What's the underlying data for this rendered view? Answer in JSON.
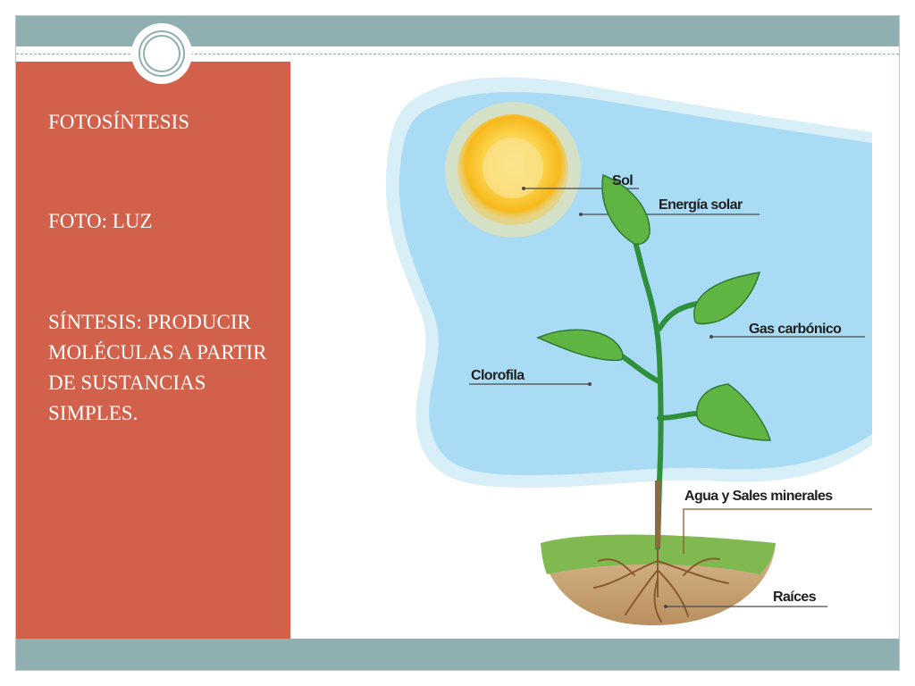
{
  "slide": {
    "title": "FOTOSÍNTESIS",
    "line2": "FOTO:  LUZ",
    "line3": "SÍNTESIS: PRODUCIR MOLÉCULAS A PARTIR DE SUSTANCIAS SIMPLES."
  },
  "diagram": {
    "labels": {
      "sol": "Sol",
      "energia": "Energía solar",
      "gas": "Gas carbónico",
      "clorofila": "Clorofila",
      "agua": "Agua y Sales minerales",
      "raices": "Raíces"
    },
    "colors": {
      "sky": "#a9dcf4",
      "sky_edge": "#d9eff8",
      "sun": "#f9c321",
      "leaf": "#5fb442",
      "stem": "#2e8f3c",
      "soil": "#c9a77c",
      "grass": "#7fb950"
    }
  },
  "theme": {
    "accent": "#d1614a",
    "bars": "#8fafb0"
  }
}
